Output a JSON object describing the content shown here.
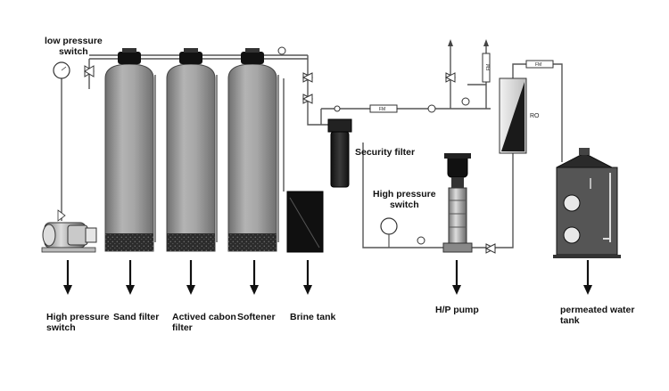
{
  "labels": {
    "low_pressure_switch": [
      "low pressure",
      "switch"
    ],
    "high_pressure_switch_left": [
      "High pressure",
      "switch"
    ],
    "sand_filter": "Sand filter",
    "actived_cabon_filter": [
      "Actived cabon",
      "filter"
    ],
    "softener": "Softener",
    "brine_tank": "Brine tank",
    "security_filter": "Security filter",
    "high_pressure_switch_mid": [
      "High pressure",
      "switch"
    ],
    "hp_pump": "H/P pump",
    "permeated_water_tank": [
      "permeated water",
      "tank"
    ],
    "ro": "RO",
    "flowmeter": "FM"
  }
}
